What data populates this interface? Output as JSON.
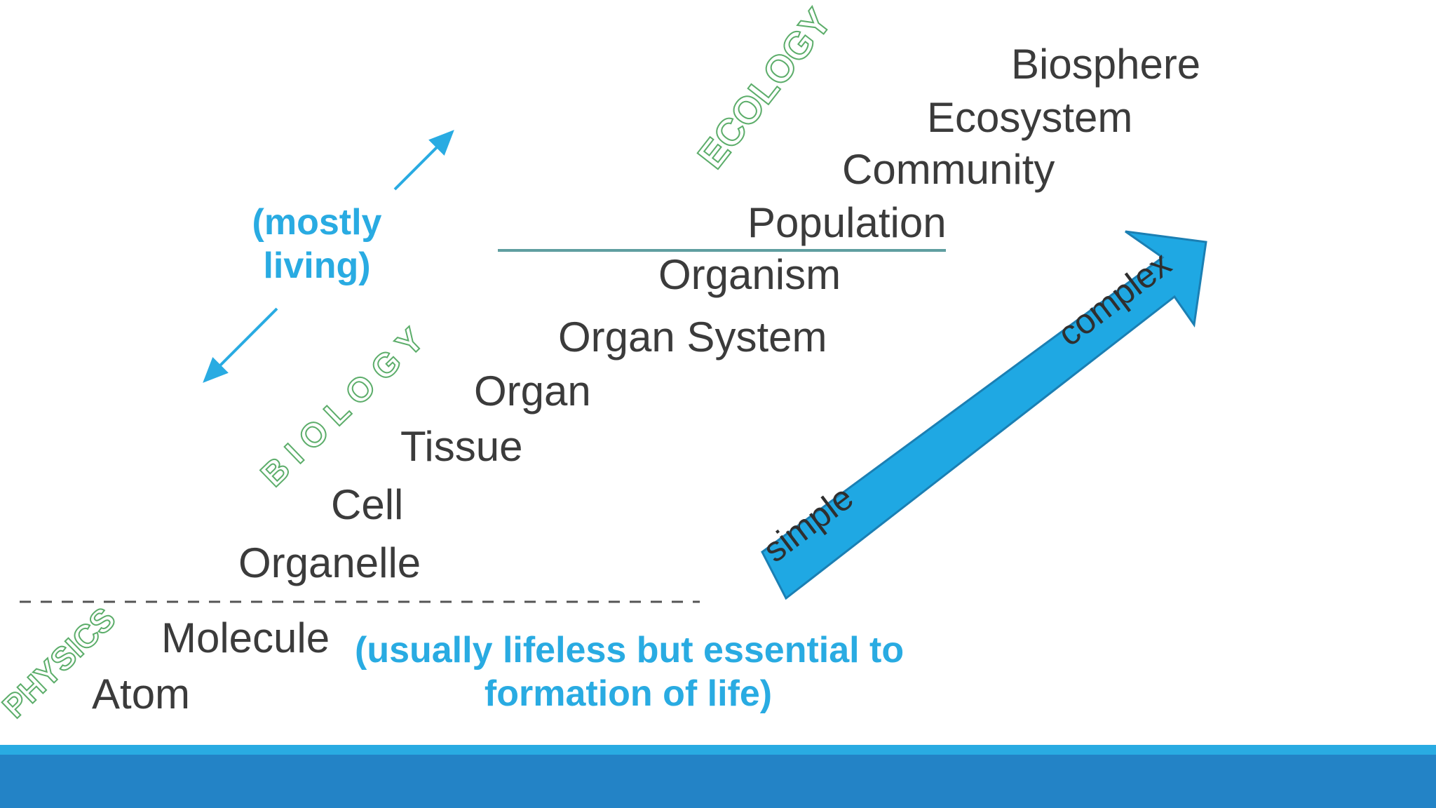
{
  "levels": {
    "biosphere": "Biosphere",
    "ecosystem": "Ecosystem",
    "community": "Community",
    "population": "Population",
    "organism": "Organism",
    "organ_system": "Organ System",
    "organ": "Organ",
    "tissue": "Tissue",
    "cell": "Cell",
    "organelle": "Organelle",
    "molecule": "Molecule",
    "atom": "Atom"
  },
  "fields": {
    "ecology": "ECOLOGY",
    "biology": "B I O L O G Y",
    "physics": "PHYSICS"
  },
  "notes": {
    "mostly_living_line1": "(mostly",
    "mostly_living_line2": "living)",
    "lifeless_line1": "(usually lifeless but essential to",
    "lifeless_line2": "formation of life)"
  },
  "arrow": {
    "start_label": "simple",
    "end_label": "complex"
  },
  "colors": {
    "text": "#3b3b3b",
    "accent_blue": "#29abe2",
    "arrow_fill": "#1fa8e3",
    "arrow_stroke": "#1b7fb3",
    "field_green": "#5cad6a",
    "divider_teal": "#5f9ea0",
    "footer_light": "#29abe2",
    "footer_dark": "#2383c6"
  }
}
